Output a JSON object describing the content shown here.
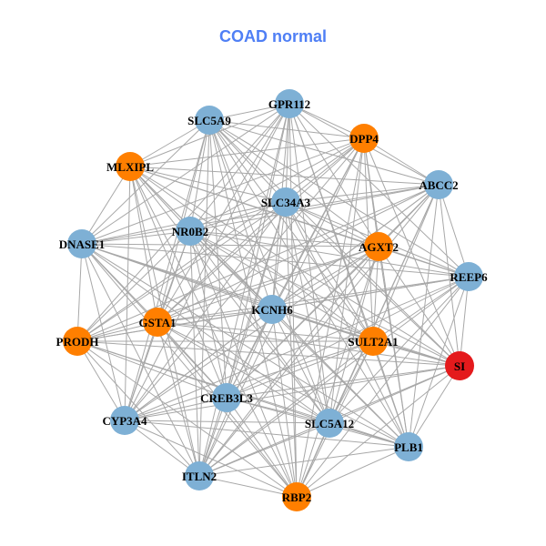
{
  "title": "COAD normal",
  "colors": {
    "normal": "#7eb0d5",
    "highlight": "#ff7f00",
    "target": "#e41a1c",
    "edge": "#a8a8a8",
    "title": "#4f7ff5"
  },
  "nodes": [
    {
      "id": "GPR112",
      "group": "normal"
    },
    {
      "id": "SLC5A9",
      "group": "normal"
    },
    {
      "id": "DPP4",
      "group": "highlight"
    },
    {
      "id": "MLXIPL",
      "group": "highlight"
    },
    {
      "id": "ABCC2",
      "group": "normal"
    },
    {
      "id": "SLC34A3",
      "group": "normal"
    },
    {
      "id": "NR0B2",
      "group": "normal"
    },
    {
      "id": "DNASE1",
      "group": "normal"
    },
    {
      "id": "AGXT2",
      "group": "highlight"
    },
    {
      "id": "REEP6",
      "group": "normal"
    },
    {
      "id": "KCNH6",
      "group": "normal"
    },
    {
      "id": "GSTA1",
      "group": "highlight"
    },
    {
      "id": "PRODH",
      "group": "highlight"
    },
    {
      "id": "SULT2A1",
      "group": "highlight"
    },
    {
      "id": "SI",
      "group": "target"
    },
    {
      "id": "CREB3L3",
      "group": "normal"
    },
    {
      "id": "CYP3A4",
      "group": "normal"
    },
    {
      "id": "SLC5A12",
      "group": "normal"
    },
    {
      "id": "PLB1",
      "group": "normal"
    },
    {
      "id": "ITLN2",
      "group": "normal"
    },
    {
      "id": "RBP2",
      "group": "highlight"
    }
  ],
  "adjacency": [
    [
      1,
      2,
      3,
      4,
      5,
      6,
      7,
      8,
      9,
      10,
      11,
      12,
      13,
      15,
      16,
      17,
      18,
      19,
      20
    ],
    [
      2,
      3,
      4,
      5,
      6,
      7,
      8,
      9,
      10,
      11,
      13,
      14,
      15,
      16,
      17,
      18,
      19,
      20
    ],
    [
      3,
      4,
      5,
      6,
      7,
      8,
      10,
      11,
      12,
      13,
      14,
      15,
      16,
      17,
      18,
      19,
      20
    ],
    [
      4,
      5,
      6,
      7,
      8,
      9,
      10,
      11,
      13,
      14,
      15,
      16,
      17,
      18,
      19,
      20
    ],
    [
      5,
      6,
      7,
      8,
      9,
      10,
      11,
      12,
      13,
      14,
      15,
      16,
      17,
      18,
      19,
      20
    ],
    [
      6,
      7,
      8,
      9,
      10,
      11,
      12,
      13,
      14,
      15,
      16,
      17,
      18,
      19,
      20
    ],
    [
      7,
      8,
      9,
      10,
      11,
      12,
      13,
      14,
      15,
      16,
      17,
      18,
      19,
      20
    ],
    [
      8,
      9,
      10,
      11,
      12,
      13,
      14,
      15,
      16,
      17,
      18,
      19,
      20
    ],
    [
      9,
      10,
      11,
      12,
      13,
      14,
      15,
      16,
      17,
      18,
      19,
      20
    ],
    [
      10,
      11,
      12,
      13,
      14,
      15,
      16,
      17,
      18,
      19,
      20
    ],
    [
      11,
      12,
      13,
      14,
      15,
      16,
      17,
      18,
      19,
      20
    ],
    [
      12,
      13,
      14,
      15,
      16,
      17,
      18,
      19,
      20
    ],
    [
      13,
      14,
      15,
      16,
      17,
      18,
      19,
      20
    ],
    [
      14,
      15,
      16,
      17,
      18,
      19,
      20
    ],
    [
      15,
      16,
      17,
      18,
      19,
      20
    ],
    [
      16,
      17,
      18,
      19,
      20
    ],
    [
      17,
      18,
      19,
      20
    ],
    [
      18,
      19,
      20
    ],
    [
      19,
      20
    ],
    [
      20
    ],
    []
  ]
}
